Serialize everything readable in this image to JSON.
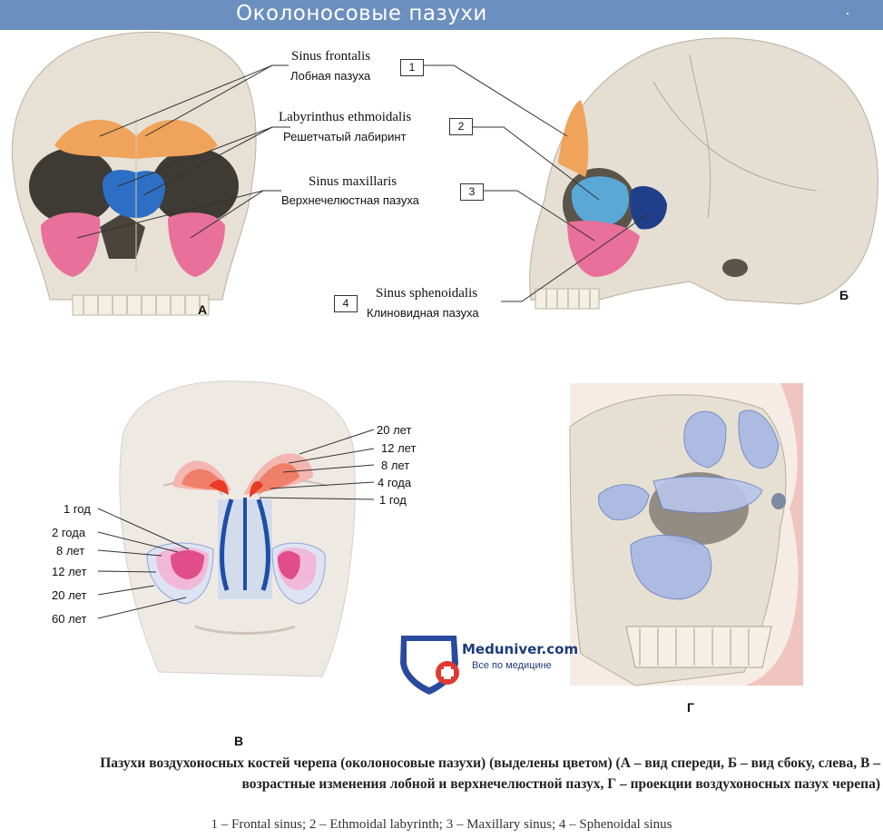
{
  "header": {
    "title": "Околоносовые пазухи"
  },
  "labels": [
    {
      "num": "1",
      "latin": "Sinus frontalis",
      "rus": "Лобная пазуха"
    },
    {
      "num": "2",
      "latin": "Labyrinthus ethmoidalis",
      "rus": "Решетчатый лабиринт"
    },
    {
      "num": "3",
      "latin": "Sinus maxillaris",
      "rus": "Верхнечелюстная пазуха"
    },
    {
      "num": "4",
      "latin": "Sinus sphenoidalis",
      "rus": "Клиновидная пазуха"
    }
  ],
  "panels": {
    "a": "А",
    "b": "Б",
    "v": "В",
    "g": "Г"
  },
  "ages_right": [
    "20 лет",
    "12 лет",
    "8 лет",
    "4 года",
    "1 год"
  ],
  "ages_left": [
    "1 год",
    "2 года",
    "8 лет",
    "12 лет",
    "20 лет",
    "60 лет"
  ],
  "logo": {
    "name": "Meduniver.com",
    "tagline": "Все по медицине"
  },
  "caption": "Пазухи воздухоносных костей черепа (околоносовые пазухи) (выделены цветом) (А – вид спереди, Б – вид сбоку, слева, В – возрастные изменения лобной и верхнечелюстной пазух, Г – проекции воздухоносных пазух черепа)",
  "legend": "1 – Frontal sinus; 2 – Ethmoidal labyrinth; 3 – Maxillary sinus; 4 – Sphenoidal sinus",
  "colors": {
    "header": "#6b8fbf",
    "frontal": "#f0a35a",
    "ethmoidal": "#2d6fc4",
    "maxillary": "#e8709a",
    "sphenoidal": "#1f3f8a",
    "bone": "#e9e4d8"
  }
}
